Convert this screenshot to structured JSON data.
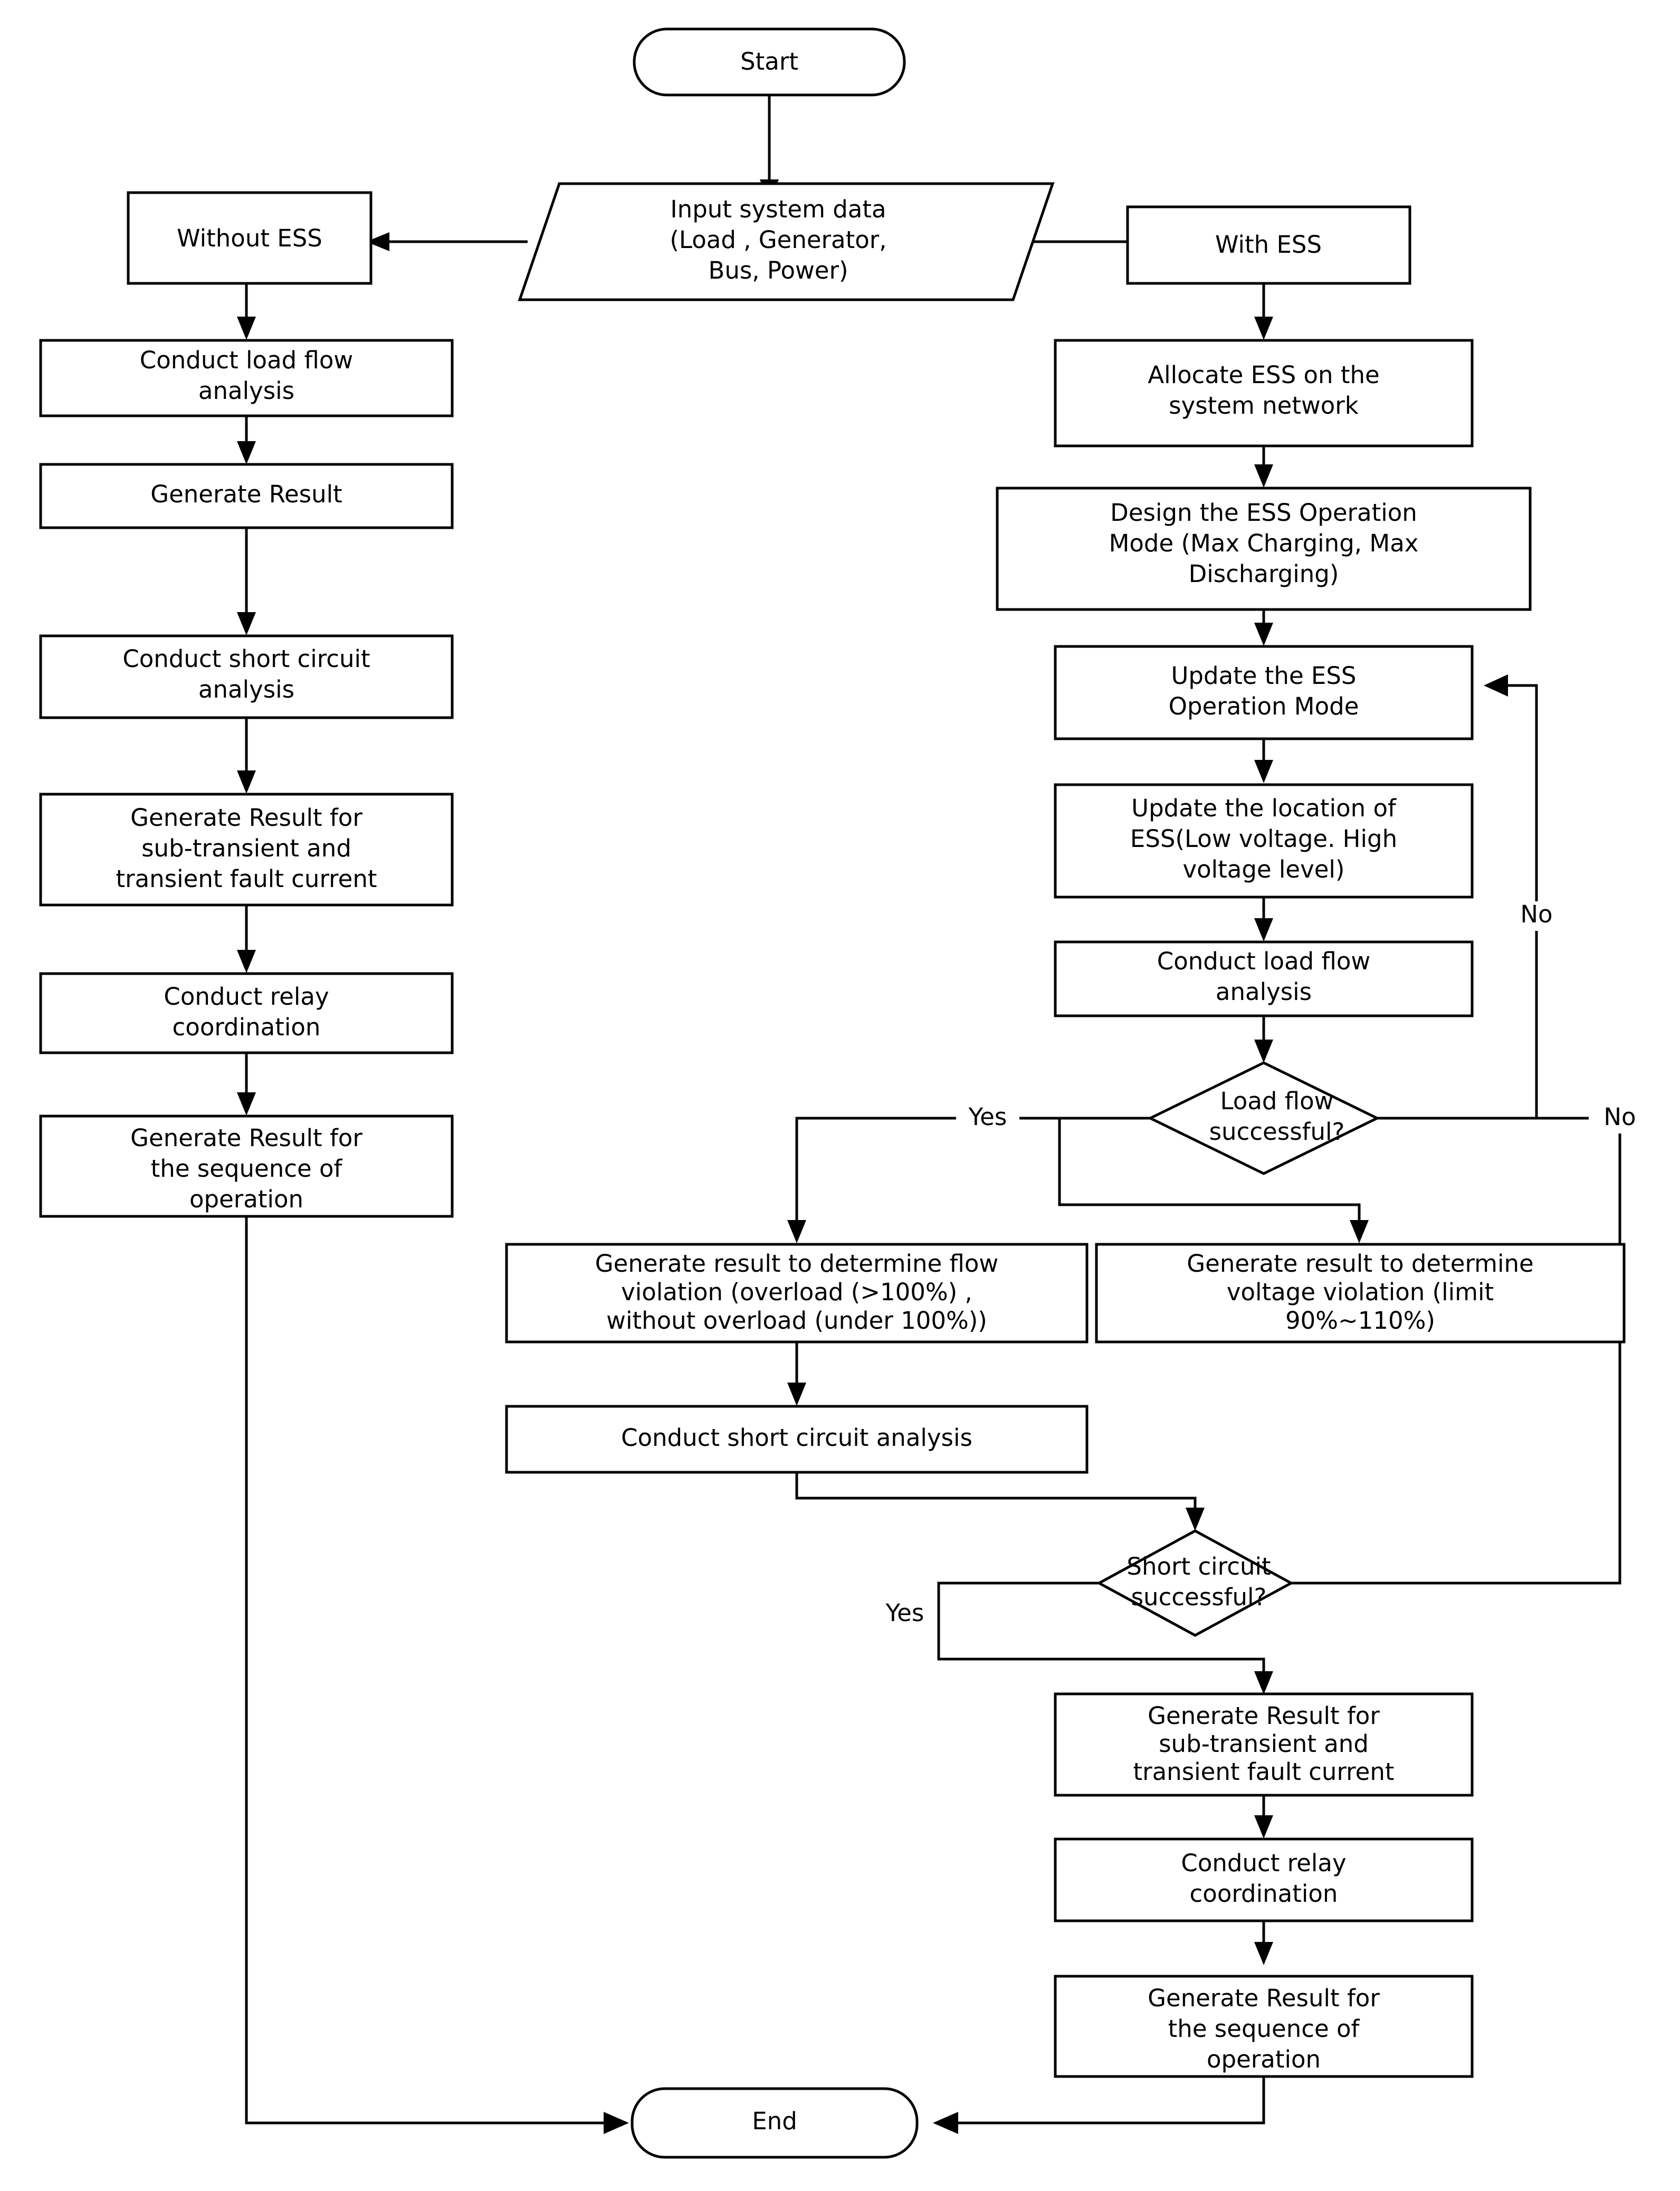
{
  "diagram": {
    "title_visible": false,
    "colors": {
      "stroke": "#000000",
      "fill": "#ffffff",
      "text": "#000000"
    },
    "nodes": {
      "start": {
        "label": "Start",
        "shape": "terminator"
      },
      "input_data": {
        "shape": "parallelogram",
        "line1": "Input system data",
        "line2": "(Load , Generator,",
        "line3": "Bus, Power)"
      },
      "without_ess": {
        "label": "Without ESS",
        "shape": "process"
      },
      "with_ess": {
        "label": "With ESS",
        "shape": "process"
      },
      "left_load_flow": {
        "line1": "Conduct load flow",
        "line2": "analysis",
        "shape": "process"
      },
      "left_generate_result": {
        "line1": "Generate Result",
        "shape": "process"
      },
      "left_short_circuit": {
        "line1": "Conduct short circuit",
        "line2": "analysis",
        "shape": "process"
      },
      "left_fault_current": {
        "line1": "Generate Result for",
        "line2": "sub-transient and",
        "line3": "transient fault current",
        "shape": "process"
      },
      "left_relay": {
        "line1": "Conduct relay",
        "line2": "coordination",
        "shape": "process"
      },
      "left_sequence": {
        "line1": "Generate Result for",
        "line2": "the sequence of",
        "line3": "operation",
        "shape": "process"
      },
      "allocate_ess": {
        "line1": "Allocate ESS on the",
        "line2": "system network",
        "shape": "process"
      },
      "design_mode": {
        "line1": "Design the ESS Operation",
        "line2": "Mode (Max Charging, Max",
        "line3": "Discharging)",
        "shape": "process"
      },
      "update_mode": {
        "line1": "Update the ESS",
        "line2": "Operation Mode",
        "shape": "process"
      },
      "update_location": {
        "line1": "Update the location of",
        "line2": "ESS(Low voltage. High",
        "line3": "voltage level)",
        "shape": "process"
      },
      "right_load_flow": {
        "line1": "Conduct load flow",
        "line2": "analysis",
        "shape": "process"
      },
      "load_flow_decision": {
        "line1": "Load flow",
        "line2": "successful?",
        "shape": "decision"
      },
      "flow_violation": {
        "line1": "Generate result to determine flow",
        "line2": "violation (overload (>100%) ,",
        "line3": "without overload (under 100%))",
        "shape": "process"
      },
      "voltage_violation": {
        "line1": "Generate result to determine",
        "line2": "voltage violation (limit",
        "line3": "90%~110%)",
        "shape": "process"
      },
      "right_short_circuit": {
        "line1": "Conduct short circuit analysis",
        "shape": "process"
      },
      "short_circuit_decision": {
        "line1": "Short circuit",
        "line2": "successful?",
        "shape": "decision"
      },
      "right_fault_current": {
        "line1": "Generate Result for",
        "line2": "sub-transient and",
        "line3": "transient fault current",
        "shape": "process"
      },
      "right_relay": {
        "line1": "Conduct relay",
        "line2": "coordination",
        "shape": "process"
      },
      "right_sequence": {
        "line1": "Generate Result for",
        "line2": "the sequence of",
        "line3": "operation",
        "shape": "process"
      },
      "end": {
        "label": "End",
        "shape": "terminator"
      }
    },
    "edge_labels": {
      "load_flow_yes": "Yes",
      "load_flow_no": "No",
      "short_circuit_yes": "Yes",
      "short_circuit_no": "No"
    }
  }
}
